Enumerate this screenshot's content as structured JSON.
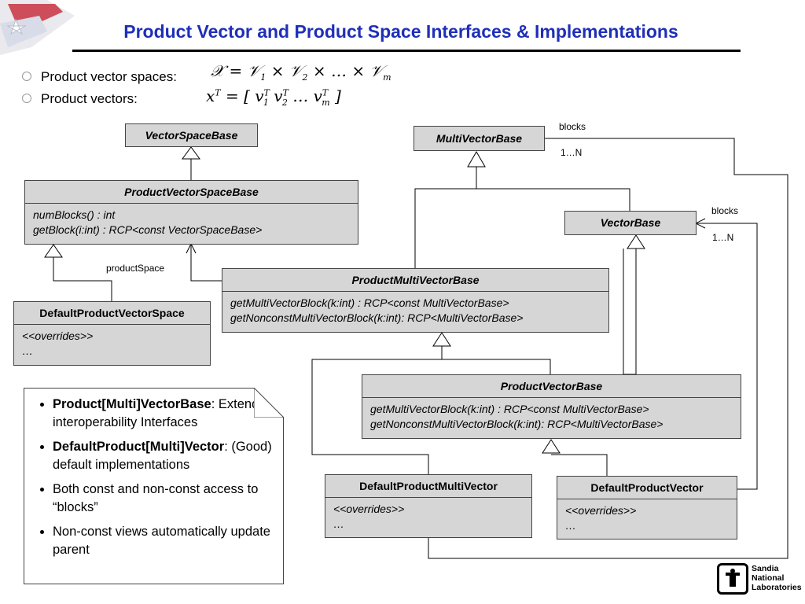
{
  "title": "Product Vector and Product Space Interfaces & Implementations",
  "bullets": [
    {
      "label": "Product vector spaces:"
    },
    {
      "label": "Product vectors:"
    }
  ],
  "formulas": {
    "space": {
      "lhs": "𝒳 = 𝒱",
      "s1": "1",
      "t2": " × 𝒱",
      "s2": "2",
      "t3": " × … × 𝒱",
      "sm": "m"
    },
    "vector": {
      "x": "x",
      "xs": "T",
      "eq": " = [ v",
      "v1s": "T",
      "v1b": "1",
      "v2": "  v",
      "v2s": "T",
      "v2b": "2",
      "dots": "  …  v",
      "vms": "T",
      "vmb": "m",
      "close": " ]"
    }
  },
  "classes": {
    "vector_space_base": {
      "name": "VectorSpaceBase"
    },
    "product_vector_space_base": {
      "name": "ProductVectorSpaceBase",
      "members": [
        "numBlocks() : int",
        "getBlock(i:int) : RCP<const VectorSpaceBase>"
      ]
    },
    "default_product_vector_space": {
      "name": "DefaultProductVectorSpace",
      "members": [
        "<<overrides>>",
        "…"
      ]
    },
    "multi_vector_base": {
      "name": "MultiVectorBase"
    },
    "vector_base": {
      "name": "VectorBase"
    },
    "product_multi_vector_base": {
      "name": "ProductMultiVectorBase",
      "members": [
        "getMultiVectorBlock(k:int) : RCP<const MultiVectorBase>",
        "getNonconstMultiVectorBlock(k:int): RCP<MultiVectorBase>"
      ]
    },
    "product_vector_base": {
      "name": "ProductVectorBase",
      "members": [
        "getMultiVectorBlock(k:int) : RCP<const MultiVectorBase>",
        "getNonconstMultiVectorBlock(k:int): RCP<MultiVectorBase>"
      ]
    },
    "default_product_multi_vector": {
      "name": "DefaultProductMultiVector",
      "members": [
        "<<overrides>>",
        "…"
      ]
    },
    "default_product_vector": {
      "name": "DefaultProductVector",
      "members": [
        "<<overrides>>",
        "…"
      ]
    }
  },
  "labels": {
    "blocks_1": "blocks",
    "mult_1": "1…N",
    "blocks_2": "blocks",
    "mult_2": "1…N",
    "product_space": "productSpace"
  },
  "note": {
    "items": [
      {
        "bold": "Product[Multi]VectorBase",
        "rest": ": Extended  interoperability Interfaces"
      },
      {
        "bold": "DefaultProduct[Multi]Vector",
        "rest": ": (Good) default implementations"
      },
      {
        "bold": "",
        "rest": "Both const and non-const access to “blocks”"
      },
      {
        "bold": "",
        "rest": "Non-const views automatically update parent"
      }
    ]
  },
  "logo": {
    "line1": "Sandia",
    "line2": "National",
    "line3": "Laboratories"
  },
  "colors": {
    "title": "#1f2fb8",
    "box_fill": "#d6d6d6",
    "line": "#000000"
  }
}
